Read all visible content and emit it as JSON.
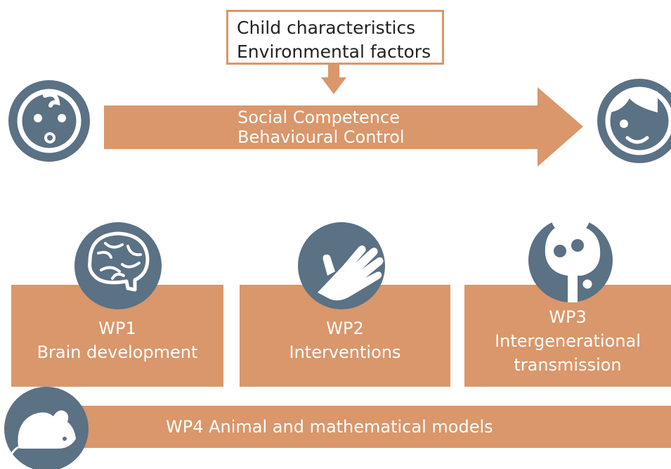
{
  "context_box": {
    "line1": "Child characteristics",
    "line2": "Environmental factors"
  },
  "main_arrow": {
    "line1": "Social Competence",
    "line2": "Behavioural Control"
  },
  "work_packages": [
    {
      "id": "WP1",
      "title": "Brain development",
      "icon": "brain-icon"
    },
    {
      "id": "WP2",
      "title": "Interventions",
      "icon": "hand-icon"
    },
    {
      "id": "WP3",
      "title_line1": "Intergenerational",
      "title_line2": "transmission",
      "icon": "tree-icon"
    }
  ],
  "wp4": {
    "label": "WP4  Animal and mathematical models",
    "icon": "mouse-icon"
  },
  "colors": {
    "orange": "#d9976b",
    "slate": "#5b7184",
    "white": "#ffffff"
  },
  "icons": {
    "start": "baby-face-icon",
    "end": "adult-face-icon"
  }
}
